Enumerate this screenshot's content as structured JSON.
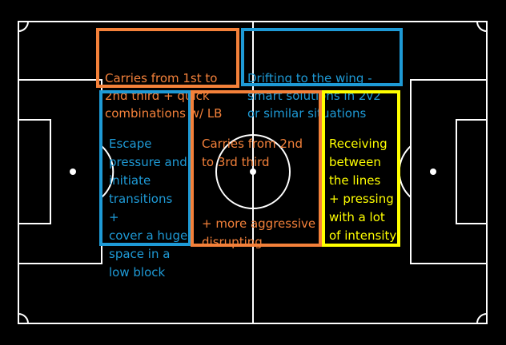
{
  "colors": {
    "pitch": "#000000",
    "lines": "#ffffff",
    "orange": "#f4813a",
    "blue": "#1e9ad6",
    "yellow": "#ffff00"
  },
  "annotations": [
    {
      "id": "carries-1st-2nd",
      "color": "orange",
      "text": "Carries from 1st to\n2nd third + quick\ncombinations w/ LB"
    },
    {
      "id": "drifting-wing",
      "color": "blue",
      "text": "Drifting to the wing -\nsmart solutions in 2v2\nor similar situations"
    },
    {
      "id": "escape-pressure",
      "color": "blue",
      "text": "Escape\npressure and\ninitiate\ntransitions\n+\ncover a huge\nspace in a\nlow block"
    },
    {
      "id": "carries-2nd-3rd",
      "color": "orange",
      "text": "Carries from 2nd\nto 3rd third",
      "text2": "+ more aggressive\ndisrupting"
    },
    {
      "id": "receiving-lines",
      "color": "yellow",
      "text": "Receiving\nbetween\nthe lines\n+ pressing\nwith a lot\nof intensity"
    }
  ]
}
